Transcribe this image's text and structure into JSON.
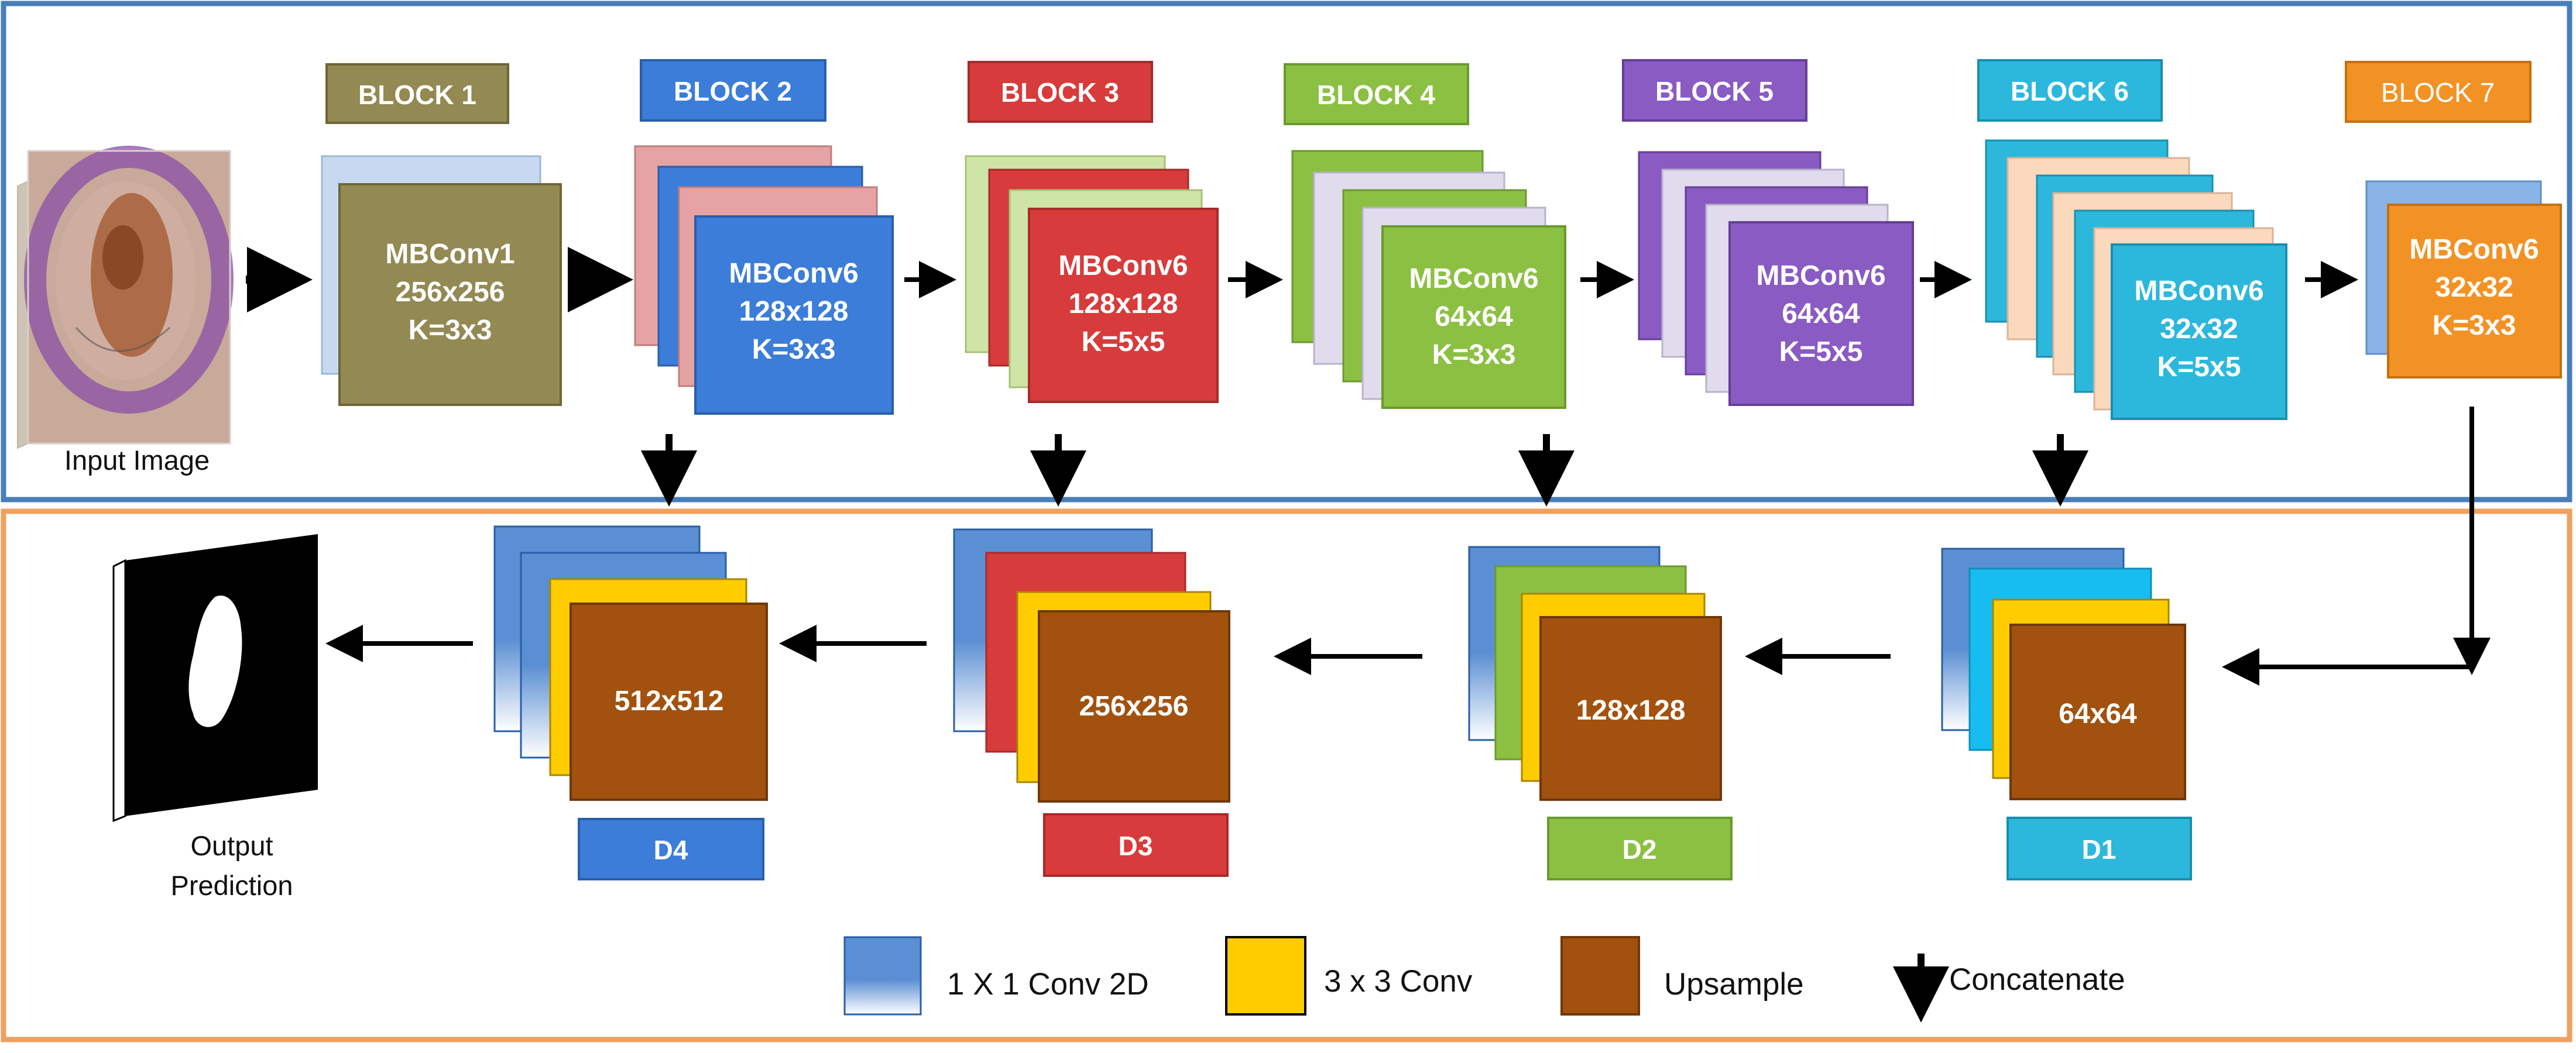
{
  "encoder": {
    "input_label": "Input Image",
    "blocks": [
      {
        "title": "BLOCK 1",
        "l1": "MBConv1",
        "l2": "256x256",
        "l3": "K=3x3"
      },
      {
        "title": "BLOCK 2",
        "l1": "MBConv6",
        "l2": "128x128",
        "l3": "K=3x3"
      },
      {
        "title": "BLOCK 3",
        "l1": "MBConv6",
        "l2": "128x128",
        "l3": "K=5x5"
      },
      {
        "title": "BLOCK 4",
        "l1": "MBConv6",
        "l2": "64x64",
        "l3": "K=3x3"
      },
      {
        "title": "BLOCK 5",
        "l1": "MBConv6",
        "l2": "64x64",
        "l3": "K=5x5"
      },
      {
        "title": "BLOCK 6",
        "l1": "MBConv6",
        "l2": "32x32",
        "l3": "K=5x5"
      },
      {
        "title": "BLOCK 7",
        "l1": "MBConv6",
        "l2": "32x32",
        "l3": "K=3x3"
      }
    ]
  },
  "decoder": {
    "output_label_1": "Output",
    "output_label_2": "Prediction",
    "stages": [
      {
        "label": "D4",
        "size": "512x512"
      },
      {
        "label": "D3",
        "size": "256x256"
      },
      {
        "label": "D2",
        "size": "128x128"
      },
      {
        "label": "D1",
        "size": "64x64"
      }
    ]
  },
  "legend": {
    "conv1x1": "1 X 1 Conv 2D",
    "conv3x3": "3 x 3 Conv",
    "upsample": "Upsample",
    "concatenate": "Concatenate"
  },
  "colors": {
    "encoder_border": "#4a7ebb",
    "decoder_border": "#f0a060",
    "olive": "#938953",
    "blue": "#3b7dd8",
    "red": "#d83b3b",
    "green": "#8cc043",
    "purple": "#8a5bc2",
    "cyan": "#2cb8dc",
    "orange": "#f39224",
    "yellow": "#ffcc00",
    "brown": "#a2520e"
  }
}
